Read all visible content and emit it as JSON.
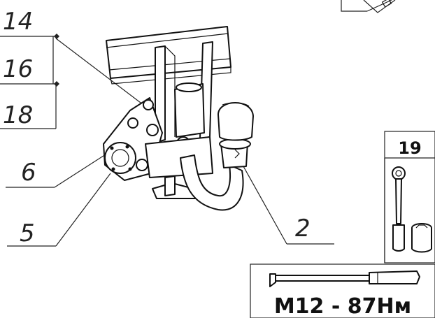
{
  "callouts": [
    {
      "id": "label-14",
      "text": "14"
    },
    {
      "id": "label-16",
      "text": "16"
    },
    {
      "id": "label-18",
      "text": "18"
    },
    {
      "id": "label-6",
      "text": "6"
    },
    {
      "id": "label-5",
      "text": "5"
    },
    {
      "id": "label-2",
      "text": "2"
    }
  ],
  "tool_panel": {
    "socket_size": "19"
  },
  "torque_panel": {
    "spec": "M12 - 87Нм"
  }
}
